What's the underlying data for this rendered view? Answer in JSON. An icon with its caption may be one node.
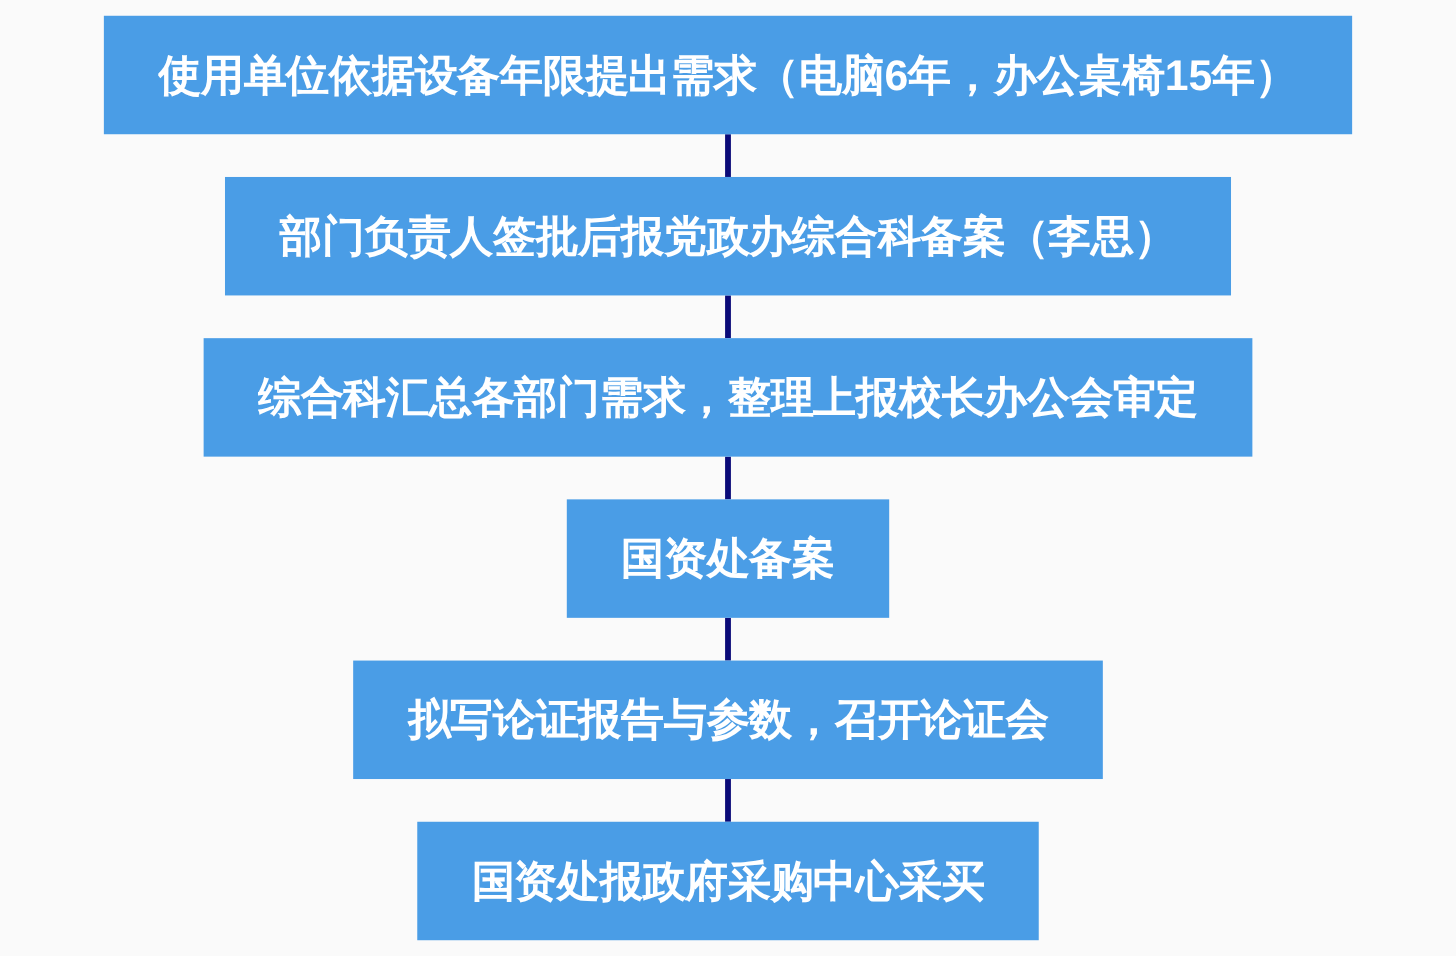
{
  "diagram": {
    "nodes": [
      {
        "text": [
          "使用单位依据设备年限提出需求（电脑6年，办公桌椅15年）"
        ]
      },
      {
        "text": [
          "部门负责人签批后报党政办综合科备案（李思）"
        ]
      },
      {
        "text": [
          "综合科汇总各部门需求，整理上报校长办公会审定"
        ]
      },
      {
        "text": [
          "国资处备案"
        ]
      },
      {
        "text": [
          "拟写论证报告与参数，召开论证会"
        ]
      },
      {
        "text": [
          "国资处报政府采购中心采买"
        ]
      }
    ],
    "edges": [
      {
        "from": 0,
        "to": 1,
        "arrow": "none"
      },
      {
        "from": 1,
        "to": 2,
        "arrow": "none"
      },
      {
        "from": 2,
        "to": 3,
        "arrow": "none"
      },
      {
        "from": 3,
        "to": 4,
        "arrow": "none"
      },
      {
        "from": 4,
        "to": 5,
        "arrow": "none"
      }
    ]
  }
}
